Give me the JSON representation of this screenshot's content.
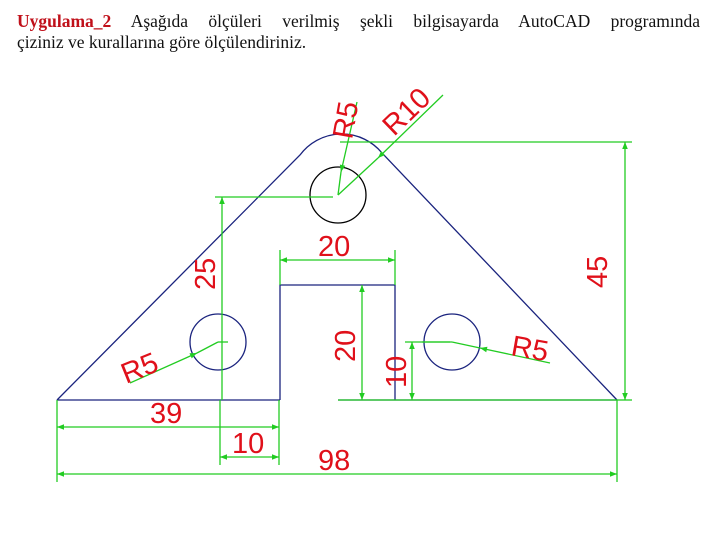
{
  "header": {
    "label": "Uygulama_2",
    "line1": "Aşağıda ölçüleri verilmiş şekli bilgisayarda AutoCAD programında",
    "line2": "çiziniz ve kurallarına göre ölçülendiriniz."
  },
  "drawing": {
    "colors": {
      "outline": "#1a237e",
      "dimension": "#22cc22",
      "text": "#e0101a",
      "circle_top": "#000000"
    },
    "dimensions": {
      "r5_top": "R5",
      "r10": "R10",
      "r5_left": "R5",
      "r5_right": "R5",
      "d25": "25",
      "d20_horizontal": "20",
      "d20_vertical": "20",
      "d10_vertical": "10",
      "d45": "45",
      "d39": "39",
      "d10_bottom": "10",
      "d98": "98"
    }
  }
}
